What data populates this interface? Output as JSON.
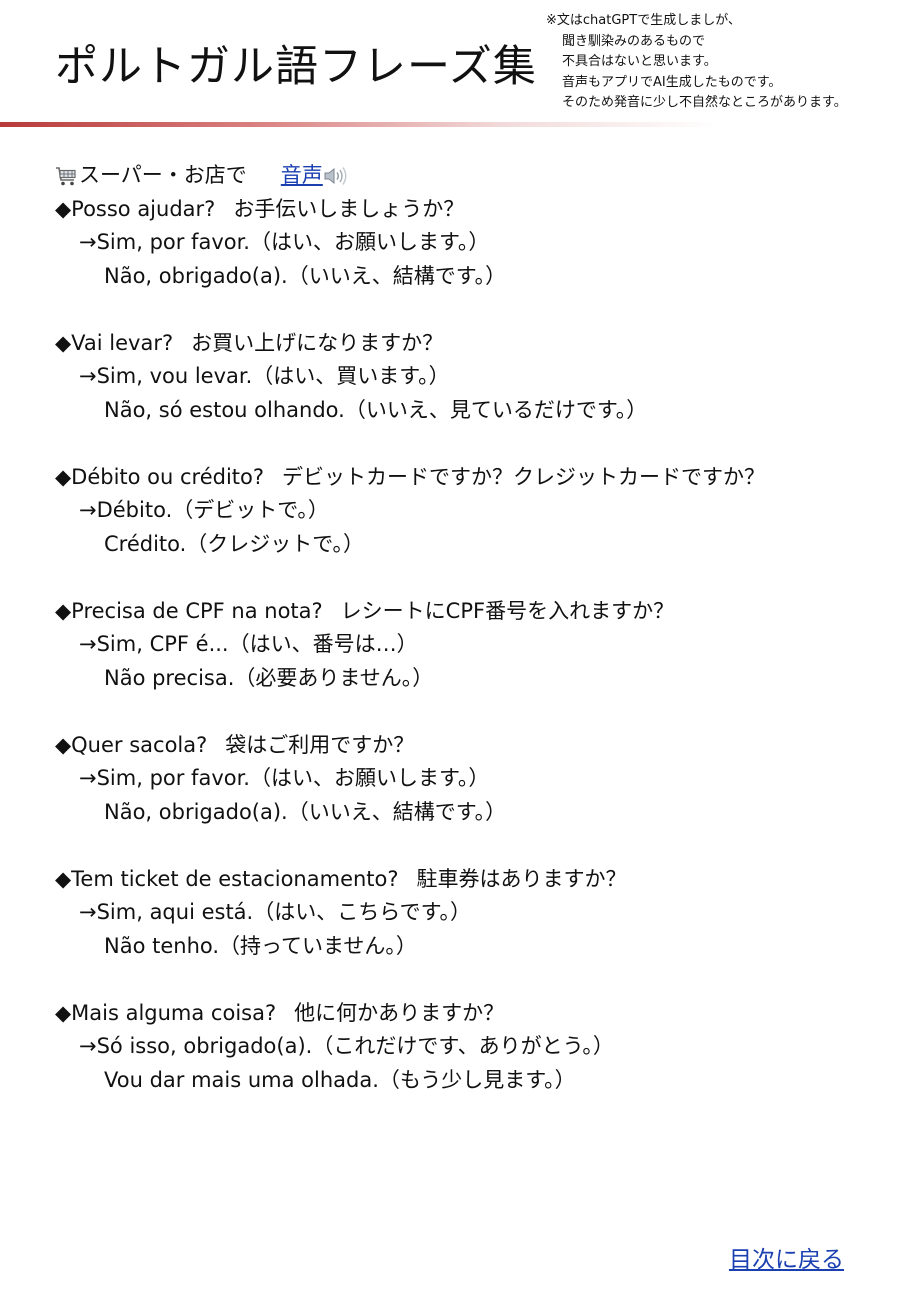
{
  "title": "ポルトガル語フレーズ集",
  "note": {
    "lines": [
      "※文はchatGPTで生成しましが、",
      "聞き馴染みのあるもので",
      "不具合はないと思います。",
      "音声もアプリでAI生成したものです。",
      "そのため発音に少し不自然なところがあります。"
    ]
  },
  "section": {
    "icon": "shopping-cart-icon",
    "title": "スーパー・お店で",
    "audio_label": "音声",
    "audio_icon": "speaker-icon"
  },
  "phrases": [
    {
      "question": "◆Posso ajudar?",
      "question_ja": "お手伝いしましょうか？",
      "answers": [
        "→Sim, por favor.（はい、お願いします。）",
        "Não, obrigado(a).（いいえ、結構です。）"
      ]
    },
    {
      "question": "◆Vai levar?",
      "question_ja": "お買い上げになりますか？",
      "answers": [
        "→Sim, vou levar.（はい、買います。）",
        "Não, só estou olhando.（いいえ、見ているだけです。）"
      ]
    },
    {
      "question": "◆Débito ou crédito?",
      "question_ja": "デビットカードですか？クレジットカードですか？",
      "answers": [
        "→Débito.（デビットで。）",
        "Crédito.（クレジットで。）"
      ]
    },
    {
      "question": "◆Precisa de CPF na nota?",
      "question_ja": "レシートにCPF番号を入れますか？",
      "answers": [
        "→Sim, CPF é...（はい、番号は…）",
        "Não precisa.（必要ありません。）"
      ]
    },
    {
      "question": "◆Quer sacola?",
      "question_ja": "袋はご利用ですか？",
      "answers": [
        "→Sim, por favor.（はい、お願いします。）",
        "Não, obrigado(a).（いいえ、結構です。）"
      ]
    },
    {
      "question": "◆Tem ticket de estacionamento?",
      "question_ja": "駐車券はありますか？",
      "answers": [
        "→Sim, aqui está.（はい、こちらです。）",
        "Não tenho.（持っていません。）"
      ]
    },
    {
      "question": "◆Mais alguma coisa?",
      "question_ja": "他に何かありますか？",
      "answers": [
        "→Só isso, obrigado(a).（これだけです、ありがとう。）",
        "Vou dar mais uma olhada.（もう少し見ます。）"
      ]
    }
  ],
  "footer": {
    "back_label": "目次に戻る"
  },
  "colors": {
    "link": "#1a3fb0",
    "divider": "#b83a3a"
  }
}
